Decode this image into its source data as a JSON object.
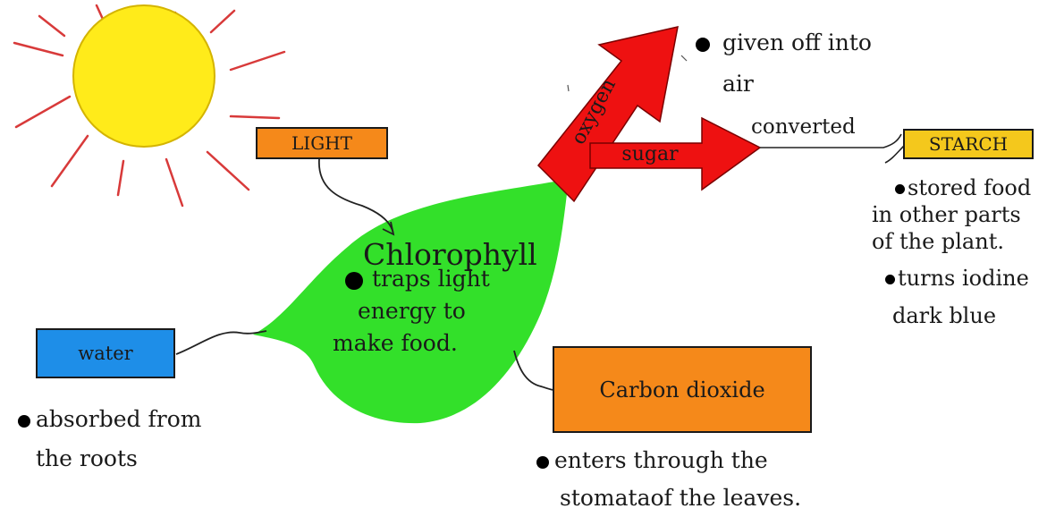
{
  "colors": {
    "sun": "#ffeb1a",
    "ray": "#d83a3a",
    "leaf": "#33e02a",
    "arrow": "#ee1111",
    "light_box": "#f5891a",
    "water_box": "#1e8ee8",
    "co2_box": "#f5891a",
    "starch_box": "#f4c81c"
  },
  "light": {
    "label": "LIGHT"
  },
  "chlorophyll": {
    "title": "Chlorophyll",
    "lines": [
      "traps light",
      "energy to",
      "make food."
    ]
  },
  "water": {
    "label": "water",
    "lines": [
      "absorbed from",
      "the roots"
    ]
  },
  "carbon_dioxide": {
    "label": "Carbon dioxide",
    "lines": [
      "enters through the",
      "stomataof the leaves."
    ]
  },
  "oxygen": {
    "arrow_label": "oxygen",
    "lines": [
      "given off into",
      "air"
    ]
  },
  "sugar": {
    "arrow_label": "sugar"
  },
  "converted": {
    "label": "converted"
  },
  "starch": {
    "label": "STARCH",
    "note1_lines": [
      "stored food",
      "in other parts",
      "of the plant."
    ],
    "note2_lines": [
      "turns iodine",
      "dark blue"
    ]
  }
}
